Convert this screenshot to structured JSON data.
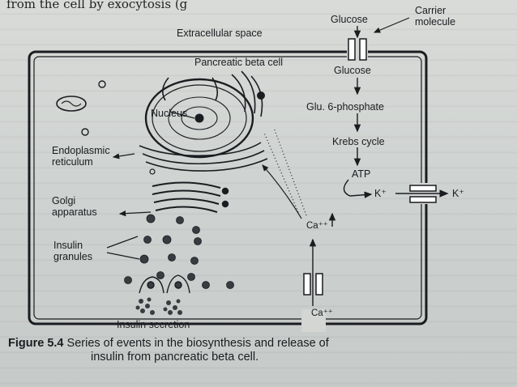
{
  "header": {
    "top_text": "from the cell by exocytosis (g"
  },
  "labels": {
    "extracellular_space": "Extracellular space",
    "pancreatic_beta_cell": "Pancreatic beta cell",
    "glucose_outside": "Glucose",
    "carrier_molecule_line1": "Carrier",
    "carrier_molecule_line2": "molecule",
    "glucose_inside": "Glucose",
    "glu6p": "Glu. 6-phosphate",
    "krebs": "Krebs cycle",
    "atp": "ATP",
    "k_inside": "K⁺",
    "k_outside": "K⁺",
    "ca_inside": "Ca⁺⁺",
    "ca_outside": "Ca⁺⁺",
    "nucleus": "Nucleus",
    "er_line1": "Endoplasmic",
    "er_line2": "reticulum",
    "golgi_line1": "Golgi",
    "golgi_line2": "apparatus",
    "granules_line1": "Insulin",
    "granules_line2": "granules",
    "insulin_secretion": "Insulin secretion"
  },
  "caption": {
    "figure_number": "Figure 5.4",
    "line1": "Series of events in the biosynthesis and release of",
    "line2": "insulin from pancreatic beta cell."
  },
  "colors": {
    "ink": "#1b1c20",
    "paper": "#d3d6d3"
  }
}
